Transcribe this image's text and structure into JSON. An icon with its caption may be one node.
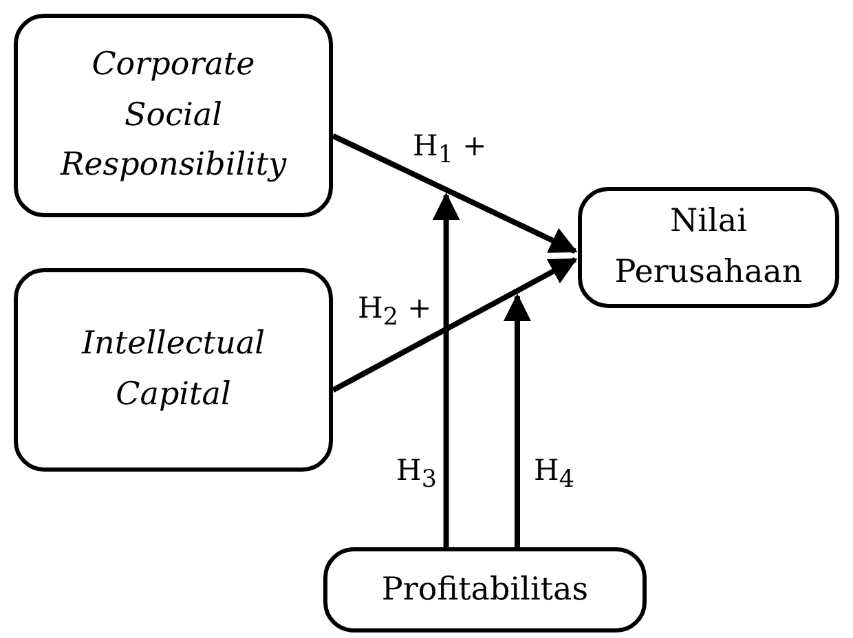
{
  "diagram": {
    "nodes": [
      {
        "text": [
          "Corporate Social Responsibility"
        ]
      },
      {
        "text": [
          "Intellectual Capital"
        ]
      },
      {
        "text": [
          "Nilai Perusahaan"
        ]
      },
      {
        "text": [
          "Profitabilitas"
        ]
      }
    ],
    "edges": [
      {
        "from": 0,
        "to": 2,
        "arrow": "to",
        "label": "H$_{1}$ +"
      },
      {
        "from": 1,
        "to": 2,
        "arrow": "to",
        "label": "H$_{2}$ +"
      },
      {
        "from": 3,
        "to": null,
        "arrow": "to",
        "label": "H$_{3}$"
      },
      {
        "from": 3,
        "to": null,
        "arrow": "to",
        "label": "H$_{4}$"
      }
    ]
  }
}
